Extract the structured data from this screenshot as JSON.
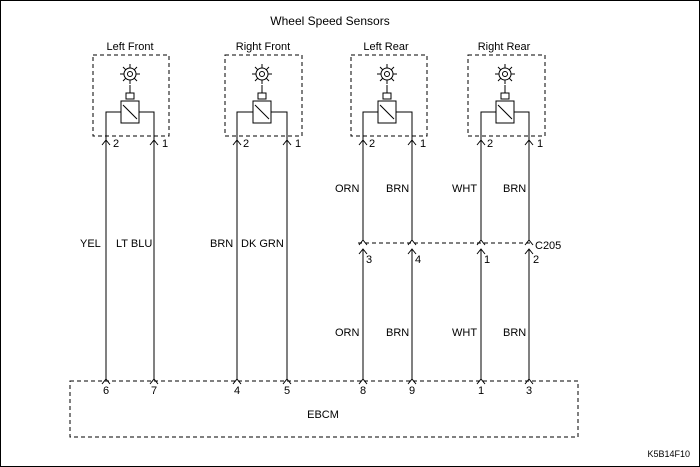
{
  "diagram": {
    "title": "Wheel Speed Sensors",
    "figure_code": "K5B14F10",
    "module_name": "EBCM",
    "connector": "C205",
    "sensors": [
      {
        "label": "Left Front",
        "pin_a": "2",
        "pin_b": "1"
      },
      {
        "label": "Right Front",
        "pin_a": "2",
        "pin_b": "1"
      },
      {
        "label": "Left Rear",
        "pin_a": "2",
        "pin_b": "1"
      },
      {
        "label": "Right Rear",
        "pin_a": "2",
        "pin_b": "1"
      }
    ],
    "wires_upper": [
      {
        "left": "YEL",
        "right": "LT BLU"
      },
      {
        "left": "BRN",
        "right": "DK GRN"
      },
      {
        "left": "ORN",
        "right": "BRN"
      },
      {
        "left": "WHT",
        "right": "BRN"
      }
    ],
    "wires_lower": [
      {
        "left": "ORN",
        "right": "BRN"
      },
      {
        "left": "WHT",
        "right": "BRN"
      }
    ],
    "c205_pins": [
      "3",
      "4",
      "1",
      "2"
    ],
    "ebcm_pins": [
      "6",
      "7",
      "4",
      "5",
      "8",
      "9",
      "1",
      "3"
    ]
  }
}
